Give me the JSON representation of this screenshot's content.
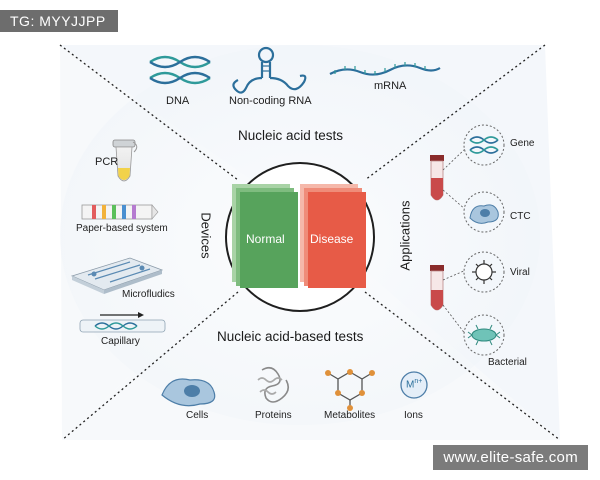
{
  "overlay": {
    "tag": "TG: MYYJJPP",
    "watermark": "www.elite-safe.com"
  },
  "top": {
    "title": "Nucleic acid tests",
    "items": [
      {
        "label": "DNA",
        "icon": "dna-helix-icon"
      },
      {
        "label": "Non-coding RNA",
        "icon": "hairpin-rna-icon"
      },
      {
        "label": "mRNA",
        "icon": "mrna-strand-icon"
      }
    ]
  },
  "left": {
    "title": "Devices",
    "items": [
      {
        "label": "PCR",
        "icon": "pcr-tube-icon"
      },
      {
        "label": "Paper-based system",
        "icon": "paper-strip-icon"
      },
      {
        "label": "Microfludics",
        "icon": "microfluidic-chip-icon"
      },
      {
        "label": "Capillary",
        "icon": "capillary-tube-icon"
      }
    ]
  },
  "right": {
    "title": "Applications",
    "items": [
      {
        "label": "Gene",
        "icon": "gene-icon"
      },
      {
        "label": "CTC",
        "icon": "ctc-cell-icon"
      },
      {
        "label": "Viral",
        "icon": "virus-icon"
      },
      {
        "label": "Bacterial",
        "icon": "bacterium-icon"
      }
    ]
  },
  "bottom": {
    "title": "Nucleic acid-based tests",
    "items": [
      {
        "label": "Cells",
        "icon": "cell-icon"
      },
      {
        "label": "Proteins",
        "icon": "protein-icon"
      },
      {
        "label": "Metabolites",
        "icon": "metabolite-icon"
      },
      {
        "label": "Ions",
        "icon": "ion-icon",
        "symbol": "M"
      }
    ]
  },
  "center": {
    "normal": "Normal",
    "disease": "Disease"
  },
  "colors": {
    "normal": "#57a35c",
    "disease": "#e75b47",
    "accent_blue": "#2c6f9b"
  }
}
